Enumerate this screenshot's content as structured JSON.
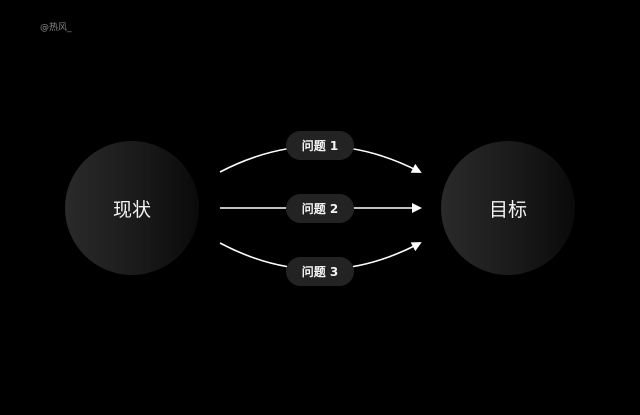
{
  "watermark": "@热风_",
  "nodes": {
    "left": {
      "label": "现状"
    },
    "right": {
      "label": "目标"
    }
  },
  "problems": [
    {
      "label": "问题 1"
    },
    {
      "label": "问题 2"
    },
    {
      "label": "问题 3"
    }
  ],
  "colors": {
    "background": "#000000",
    "circle": "#1e1e1e",
    "pill": "#232323",
    "text": "#f2f2f2",
    "arrow": "#ffffff"
  }
}
